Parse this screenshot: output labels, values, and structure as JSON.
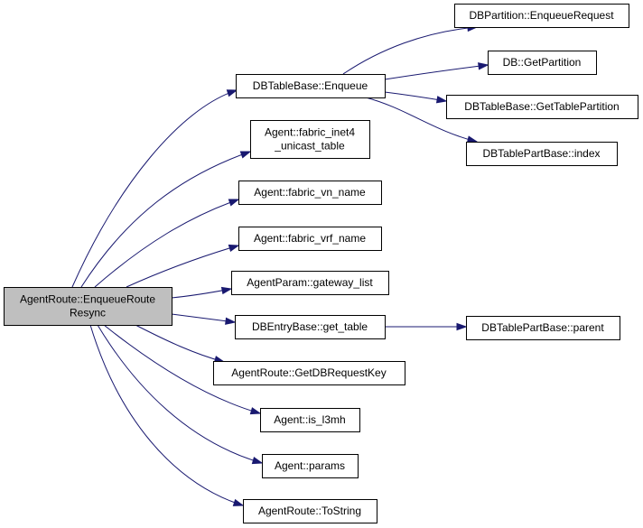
{
  "graph": {
    "colors": {
      "edge": "#191970",
      "node_border": "#000000",
      "node_fill": "#ffffff",
      "root_fill": "#bfbfbf"
    },
    "nodes": [
      {
        "id": "root",
        "lines": [
          "AgentRoute::EnqueueRoute",
          "Resync"
        ],
        "root": true
      },
      {
        "id": "dbtablebase_enqueue",
        "lines": [
          "DBTableBase::Enqueue"
        ]
      },
      {
        "id": "agent_fabric_inet4",
        "lines": [
          "Agent::fabric_inet4",
          "_unicast_table"
        ]
      },
      {
        "id": "agent_fabric_vn_name",
        "lines": [
          "Agent::fabric_vn_name"
        ]
      },
      {
        "id": "agent_fabric_vrf_name",
        "lines": [
          "Agent::fabric_vrf_name"
        ]
      },
      {
        "id": "agentparam_gateway_list",
        "lines": [
          "AgentParam::gateway_list"
        ]
      },
      {
        "id": "dbentrybase_get_table",
        "lines": [
          "DBEntryBase::get_table"
        ]
      },
      {
        "id": "agentroute_getdbrequestkey",
        "lines": [
          "AgentRoute::GetDBRequestKey"
        ]
      },
      {
        "id": "agent_is_l3mh",
        "lines": [
          "Agent::is_l3mh"
        ]
      },
      {
        "id": "agent_params",
        "lines": [
          "Agent::params"
        ]
      },
      {
        "id": "agentroute_tostring",
        "lines": [
          "AgentRoute::ToString"
        ]
      },
      {
        "id": "dbpartition_enqueuerequest",
        "lines": [
          "DBPartition::EnqueueRequest"
        ]
      },
      {
        "id": "db_getpartition",
        "lines": [
          "DB::GetPartition"
        ]
      },
      {
        "id": "dbtablebase_gettablepartition",
        "lines": [
          "DBTableBase::GetTablePartition"
        ]
      },
      {
        "id": "dbtablepartbase_index",
        "lines": [
          "DBTablePartBase::index"
        ]
      },
      {
        "id": "dbtablepartbase_parent",
        "lines": [
          "DBTablePartBase::parent"
        ]
      }
    ],
    "edges": [
      {
        "from": "root",
        "to": "dbtablebase_enqueue"
      },
      {
        "from": "root",
        "to": "agent_fabric_inet4"
      },
      {
        "from": "root",
        "to": "agent_fabric_vn_name"
      },
      {
        "from": "root",
        "to": "agent_fabric_vrf_name"
      },
      {
        "from": "root",
        "to": "agentparam_gateway_list"
      },
      {
        "from": "root",
        "to": "dbentrybase_get_table"
      },
      {
        "from": "root",
        "to": "agentroute_getdbrequestkey"
      },
      {
        "from": "root",
        "to": "agent_is_l3mh"
      },
      {
        "from": "root",
        "to": "agent_params"
      },
      {
        "from": "root",
        "to": "agentroute_tostring"
      },
      {
        "from": "dbtablebase_enqueue",
        "to": "dbpartition_enqueuerequest"
      },
      {
        "from": "dbtablebase_enqueue",
        "to": "db_getpartition"
      },
      {
        "from": "dbtablebase_enqueue",
        "to": "dbtablebase_gettablepartition"
      },
      {
        "from": "dbtablebase_enqueue",
        "to": "dbtablepartbase_index"
      },
      {
        "from": "dbentrybase_get_table",
        "to": "dbtablepartbase_parent"
      }
    ]
  }
}
